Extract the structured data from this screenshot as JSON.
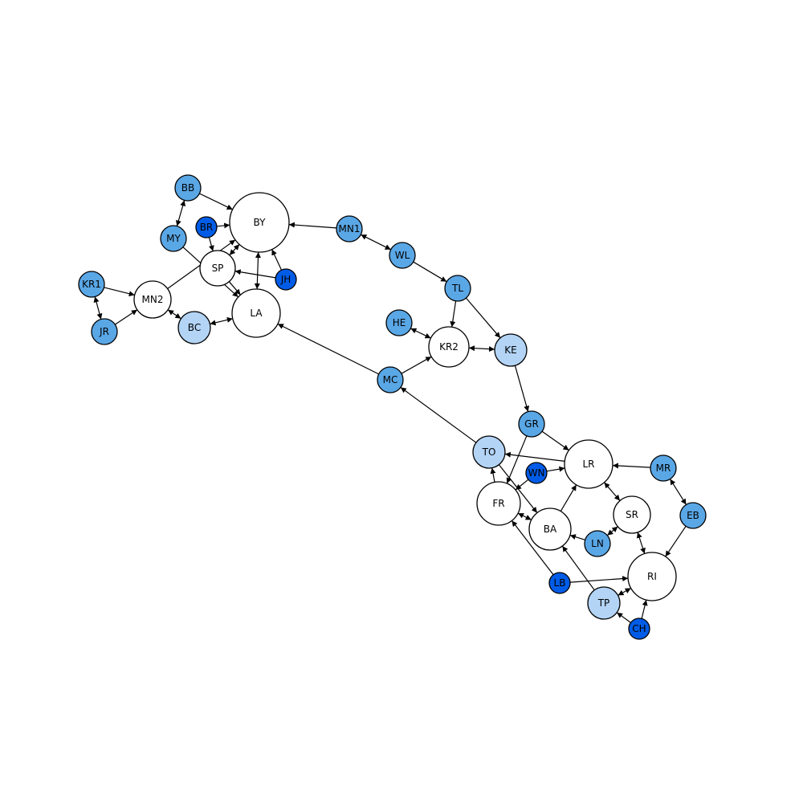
{
  "palette": {
    "none": "#ffffff",
    "light": "#b3d4f5",
    "medium": "#5aa7e6",
    "dark": "#005ce6"
  },
  "nodes": [
    {
      "id": "BY",
      "label": "BY",
      "tone": "none"
    },
    {
      "id": "LA",
      "label": "LA",
      "tone": "none"
    },
    {
      "id": "SP",
      "label": "SP",
      "tone": "none"
    },
    {
      "id": "MN2",
      "label": "MN2",
      "tone": "none"
    },
    {
      "id": "BB",
      "label": "BB",
      "tone": "medium"
    },
    {
      "id": "MY",
      "label": "MY",
      "tone": "medium"
    },
    {
      "id": "BR",
      "label": "BR",
      "tone": "dark"
    },
    {
      "id": "JH",
      "label": "JH",
      "tone": "dark"
    },
    {
      "id": "KR1",
      "label": "KR1",
      "tone": "medium"
    },
    {
      "id": "JR",
      "label": "JR",
      "tone": "medium"
    },
    {
      "id": "BC",
      "label": "BC",
      "tone": "light"
    },
    {
      "id": "MN1",
      "label": "MN1",
      "tone": "medium"
    },
    {
      "id": "WL",
      "label": "WL",
      "tone": "medium"
    },
    {
      "id": "TL",
      "label": "TL",
      "tone": "medium"
    },
    {
      "id": "HE",
      "label": "HE",
      "tone": "medium"
    },
    {
      "id": "KR2",
      "label": "KR2",
      "tone": "none"
    },
    {
      "id": "KE",
      "label": "KE",
      "tone": "light"
    },
    {
      "id": "MC",
      "label": "MC",
      "tone": "medium"
    },
    {
      "id": "GR",
      "label": "GR",
      "tone": "medium"
    },
    {
      "id": "TO",
      "label": "TO",
      "tone": "light"
    },
    {
      "id": "WN",
      "label": "WN",
      "tone": "dark"
    },
    {
      "id": "LR",
      "label": "LR",
      "tone": "none"
    },
    {
      "id": "MR",
      "label": "MR",
      "tone": "medium"
    },
    {
      "id": "FR",
      "label": "FR",
      "tone": "none"
    },
    {
      "id": "BA",
      "label": "BA",
      "tone": "none"
    },
    {
      "id": "SR",
      "label": "SR",
      "tone": "none"
    },
    {
      "id": "EB",
      "label": "EB",
      "tone": "medium"
    },
    {
      "id": "LN",
      "label": "LN",
      "tone": "medium"
    },
    {
      "id": "LB",
      "label": "LB",
      "tone": "dark"
    },
    {
      "id": "RI",
      "label": "RI",
      "tone": "none"
    },
    {
      "id": "TP",
      "label": "TP",
      "tone": "light"
    },
    {
      "id": "CH",
      "label": "CH",
      "tone": "dark"
    }
  ],
  "edges": [
    {
      "from": "BB",
      "to": "BY",
      "both": false
    },
    {
      "from": "BB",
      "to": "MY",
      "both": true
    },
    {
      "from": "MY",
      "to": "LA",
      "both": false
    },
    {
      "from": "BR",
      "to": "BY",
      "both": false
    },
    {
      "from": "BR",
      "to": "SP",
      "both": false
    },
    {
      "from": "SP",
      "to": "BY",
      "both": true
    },
    {
      "from": "SP",
      "to": "LA",
      "both": false
    },
    {
      "from": "JH",
      "to": "SP",
      "both": false
    },
    {
      "from": "JH",
      "to": "BY",
      "both": false
    },
    {
      "from": "LA",
      "to": "BY",
      "both": true
    },
    {
      "from": "MN2",
      "to": "BY",
      "both": false
    },
    {
      "from": "MN2",
      "to": "BC",
      "both": true
    },
    {
      "from": "KR1",
      "to": "MN2",
      "both": false
    },
    {
      "from": "KR1",
      "to": "JR",
      "both": true
    },
    {
      "from": "JR",
      "to": "MN2",
      "both": false
    },
    {
      "from": "BC",
      "to": "LA",
      "both": true
    },
    {
      "from": "MN1",
      "to": "BY",
      "both": false
    },
    {
      "from": "MN1",
      "to": "WL",
      "both": true
    },
    {
      "from": "WL",
      "to": "TL",
      "both": false
    },
    {
      "from": "TL",
      "to": "KR2",
      "both": false
    },
    {
      "from": "TL",
      "to": "KE",
      "both": false
    },
    {
      "from": "HE",
      "to": "KR2",
      "both": true
    },
    {
      "from": "KR2",
      "to": "KE",
      "both": true
    },
    {
      "from": "MC",
      "to": "KR2",
      "both": false
    },
    {
      "from": "MC",
      "to": "LA",
      "both": false
    },
    {
      "from": "KE",
      "to": "GR",
      "both": false
    },
    {
      "from": "GR",
      "to": "LR",
      "both": false
    },
    {
      "from": "GR",
      "to": "FR",
      "both": false
    },
    {
      "from": "TO",
      "to": "MC",
      "both": false
    },
    {
      "from": "TO",
      "to": "BA",
      "both": false
    },
    {
      "from": "LR",
      "to": "TO",
      "both": false
    },
    {
      "from": "WN",
      "to": "LR",
      "both": false
    },
    {
      "from": "WN",
      "to": "FR",
      "both": false
    },
    {
      "from": "FR",
      "to": "TO",
      "both": false
    },
    {
      "from": "FR",
      "to": "BA",
      "both": true
    },
    {
      "from": "BA",
      "to": "LR",
      "both": false
    },
    {
      "from": "MR",
      "to": "LR",
      "both": false
    },
    {
      "from": "MR",
      "to": "EB",
      "both": true
    },
    {
      "from": "LR",
      "to": "SR",
      "both": true
    },
    {
      "from": "LN",
      "to": "SR",
      "both": true
    },
    {
      "from": "LN",
      "to": "BA",
      "both": false
    },
    {
      "from": "SR",
      "to": "RI",
      "both": true
    },
    {
      "from": "EB",
      "to": "RI",
      "both": false
    },
    {
      "from": "LB",
      "to": "FR",
      "both": false
    },
    {
      "from": "LB",
      "to": "RI",
      "both": false
    },
    {
      "from": "TP",
      "to": "BA",
      "both": false
    },
    {
      "from": "TP",
      "to": "RI",
      "both": true
    },
    {
      "from": "CH",
      "to": "TP",
      "both": false
    },
    {
      "from": "CH",
      "to": "RI",
      "both": false
    }
  ]
}
